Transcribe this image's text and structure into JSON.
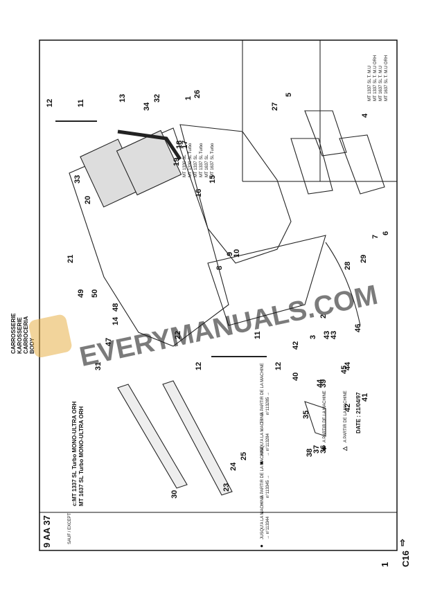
{
  "title_block": {
    "section_code": "9 AA 37",
    "titles": [
      "CARROSSERIE",
      "KAROSSERIE",
      "CARROCERIA",
      "BODY"
    ],
    "model_note_1": "c:MT 1337 SL Turbo MONO-ULTRA ORH",
    "model_note_2": "MT 1637 SL Turbo MONO-ULTRA ORH",
    "small_note": "SAUF / EXCEPT",
    "page_ref": "C16",
    "page_num": "1",
    "date": "DATE : 21/04/97",
    "arrow": "⇨"
  },
  "models_left": [
    "MT 1330 SL",
    "MT 1330 SL Turbo",
    "MT 1337 SL",
    "MT 1337 SL Turbo",
    "MT 1637 SL",
    "MT 1637 SL Turbo"
  ],
  "models_right": [
    "MT 1337 SL T. M.U",
    "MT 1337 SL T. M.U ORH",
    "MT 1637 SL T. M.U",
    "MT 1637 SL T. M.U ORH"
  ],
  "legend": [
    {
      "symbol": "●",
      "text": "JUSQU'A LA MACHINE",
      "ref": "→ n°113344"
    },
    {
      "symbol": "○",
      "text": "A PARTIR DE LA MACHINE",
      "ref": "n°113345 →"
    },
    {
      "symbol": "■",
      "text": "JUSQU'A LA MACHINE",
      "ref": "→ n°113284"
    },
    {
      "symbol": "□",
      "text": "A PARTIR DE LA MACHINE",
      "ref": "n°113285 →"
    },
    {
      "symbol": "◆",
      "text": "A PARTIR DE LA MACHINE",
      "ref": ""
    },
    {
      "symbol": "△",
      "text": "A PARTIR DE LA MACHINE",
      "ref": ""
    }
  ],
  "watermark": "EVERYMANUALS.COM",
  "callouts": [
    "1",
    "2",
    "3",
    "4",
    "5",
    "6",
    "7",
    "8",
    "9",
    "10",
    "11",
    "11",
    "12",
    "12",
    "12",
    "13",
    "14",
    "15",
    "16",
    "17",
    "18",
    "19",
    "20",
    "21",
    "22",
    "23",
    "24",
    "25",
    "26",
    "27",
    "28",
    "29",
    "30",
    "31",
    "32",
    "33",
    "34",
    "35",
    "36",
    "37",
    "38",
    "39",
    "40",
    "41",
    "42",
    "42",
    "43",
    "43",
    "44",
    "44",
    "45",
    "46",
    "47",
    "48",
    "49",
    "50"
  ]
}
